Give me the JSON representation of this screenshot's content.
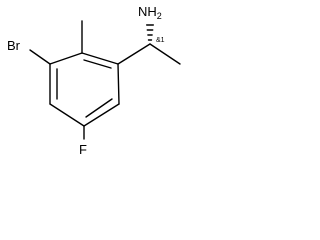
{
  "labels": {
    "amine": "NH",
    "amine_subscript": "2",
    "bromo": "Br",
    "fluoro": "F",
    "stereo": "&1"
  }
}
